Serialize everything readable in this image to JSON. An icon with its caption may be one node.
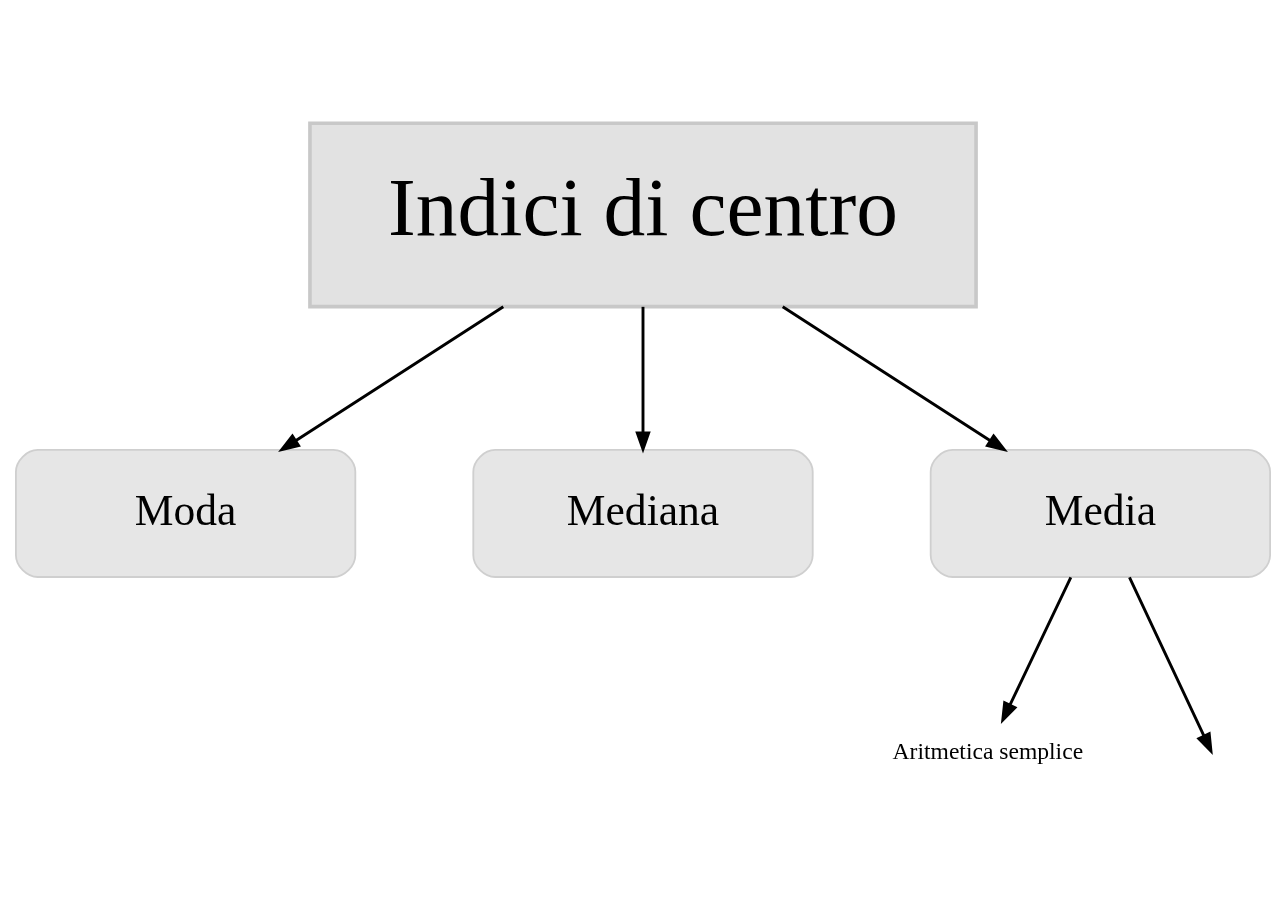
{
  "diagram": {
    "nodes": [
      {
        "text": [
          "Indici di centro"
        ]
      },
      {
        "text": [
          "Moda"
        ]
      },
      {
        "text": [
          "Mediana"
        ]
      },
      {
        "text": [
          "Media"
        ]
      },
      {
        "text": [
          "Aritmetica semplice"
        ]
      }
    ],
    "edges": [
      {
        "from": 0,
        "to": 1,
        "arrow": "to"
      },
      {
        "from": 0,
        "to": 2,
        "arrow": "to"
      },
      {
        "from": 0,
        "to": 3,
        "arrow": "to"
      },
      {
        "from": 3,
        "to": 4,
        "arrow": "to"
      },
      {
        "from": 3,
        "to": null,
        "arrow": "to"
      }
    ]
  }
}
